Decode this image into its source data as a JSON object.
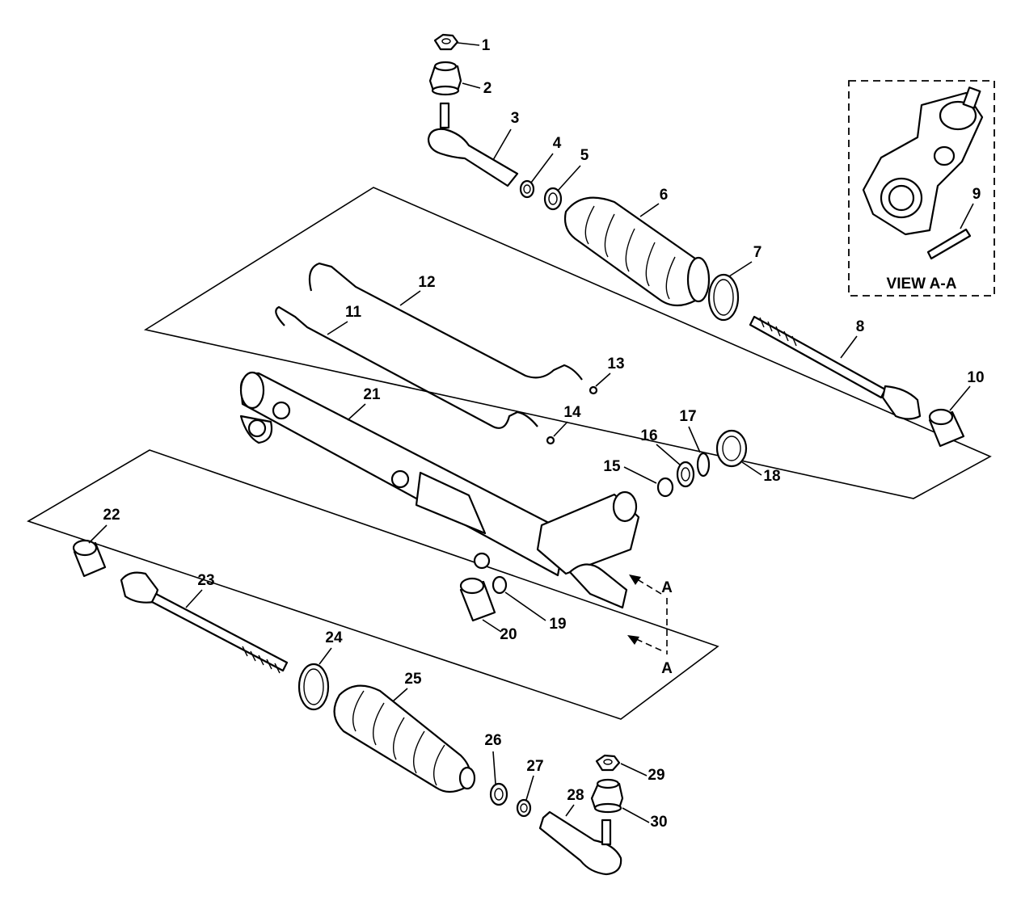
{
  "view_box_label": "VIEW A-A",
  "section_marker": "A",
  "callouts": [
    "1",
    "2",
    "3",
    "4",
    "5",
    "6",
    "7",
    "8",
    "9",
    "10",
    "11",
    "12",
    "13",
    "14",
    "15",
    "16",
    "17",
    "18",
    "19",
    "20",
    "21",
    "22",
    "23",
    "24",
    "25",
    "26",
    "27",
    "28",
    "29",
    "30"
  ]
}
